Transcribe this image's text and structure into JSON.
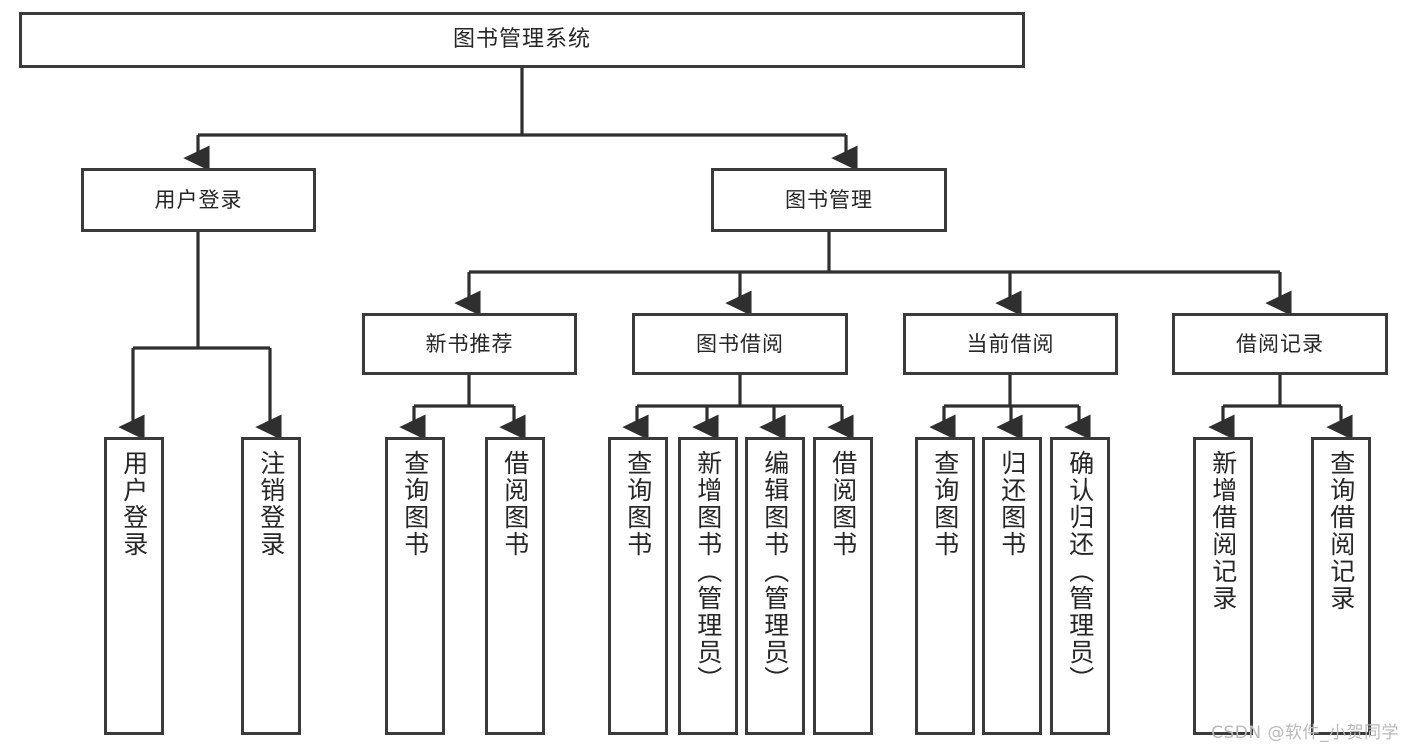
{
  "diagram": {
    "title": "图书管理系统",
    "type": "hierarchy-tree",
    "root": {
      "label": "图书管理系统"
    },
    "level2": [
      {
        "label": "用户登录"
      },
      {
        "label": "图书管理"
      }
    ],
    "level3": [
      {
        "label": "新书推荐"
      },
      {
        "label": "图书借阅"
      },
      {
        "label": "当前借阅"
      },
      {
        "label": "借阅记录"
      }
    ],
    "leaves": {
      "user_login": [
        {
          "label": "用户登录"
        },
        {
          "label": "注销登录"
        }
      ],
      "new_book": [
        {
          "label": "查询图书"
        },
        {
          "label": "借阅图书"
        }
      ],
      "book_borrow": [
        {
          "label": "查询图书"
        },
        {
          "label": "新增图书（管理员）"
        },
        {
          "label": "编辑图书（管理员）"
        },
        {
          "label": "借阅图书"
        }
      ],
      "current_borrow": [
        {
          "label": "查询图书"
        },
        {
          "label": "归还图书"
        },
        {
          "label": "确认归还（管理员）"
        }
      ],
      "borrow_record": [
        {
          "label": "新增借阅记录"
        },
        {
          "label": "查询借阅记录"
        }
      ]
    }
  },
  "watermark": {
    "text": "CSDN @软件_小贺同学"
  },
  "colors": {
    "border": "#3a3a3a",
    "text": "#262626",
    "background": "#ffffff",
    "watermark": "#b9b9b9"
  }
}
